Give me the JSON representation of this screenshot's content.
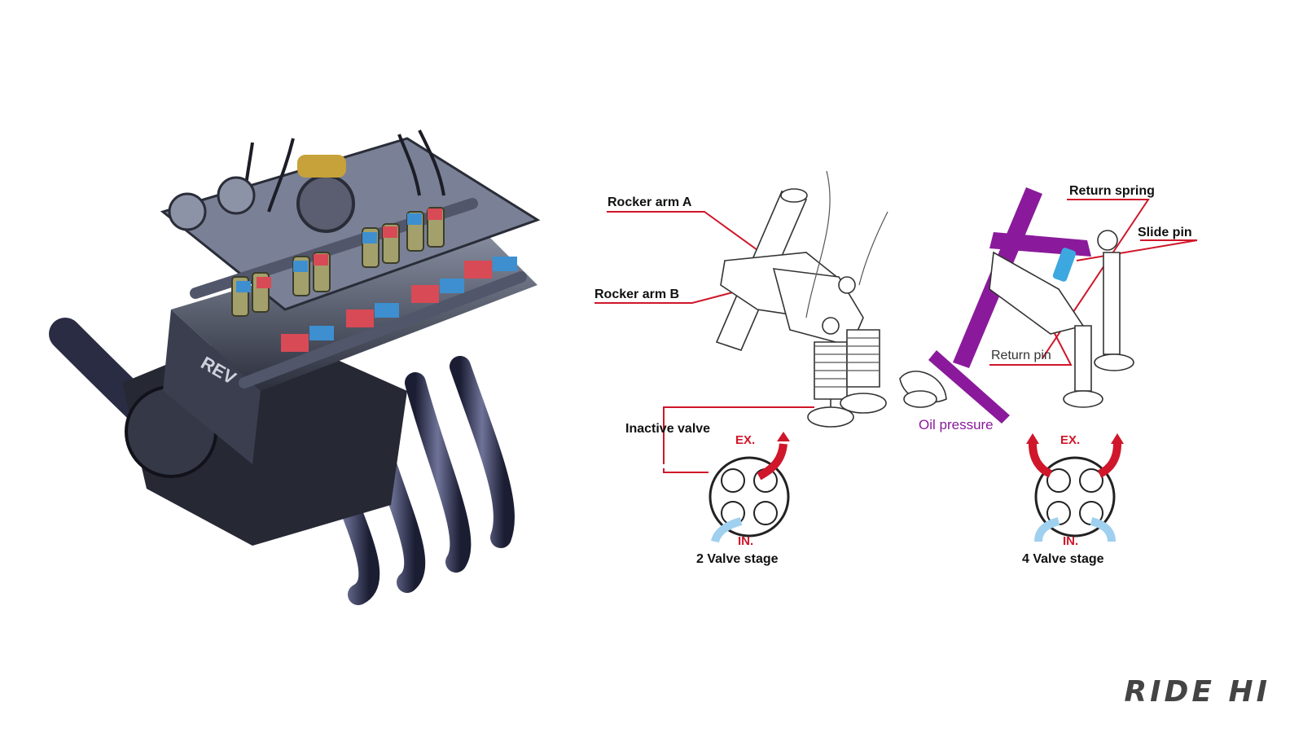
{
  "engine_illustration": {
    "cover_text": "REV"
  },
  "diagram": {
    "labels": {
      "rocker_arm_a": "Rocker arm A",
      "rocker_arm_b": "Rocker arm B",
      "inactive_valve": "Inactive valve",
      "return_spring": "Return spring",
      "slide_pin": "Slide pin",
      "return_pin": "Return pin",
      "oil_pressure": "Oil pressure"
    },
    "stage_2": {
      "ex_label": "EX.",
      "in_label": "IN.",
      "caption": "2 Valve stage"
    },
    "stage_4": {
      "ex_label": "EX.",
      "in_label": "IN.",
      "caption": "4 Valve stage"
    },
    "colors": {
      "leader": "#d0162a",
      "exhaust_arrow": "#d0162a",
      "intake_arrow": "#9fd0ef",
      "oil_path": "#8a1a9b",
      "slide_pin": "#3da7e0"
    }
  },
  "brand": {
    "logo_text": "RIDE HI"
  }
}
